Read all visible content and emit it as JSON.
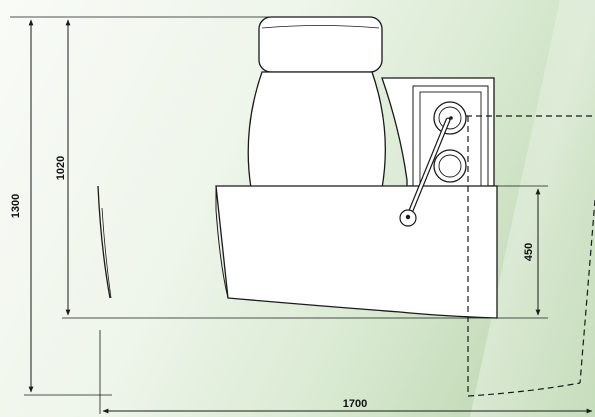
{
  "dimensions": {
    "overall_height": "1300",
    "height": "1020",
    "seat_height": "450",
    "width": "1700"
  },
  "colors": {
    "background_light": "#f7faf5",
    "background_green": "#cfe3c6",
    "line": "#1a1a1a",
    "fill": "#ffffff"
  }
}
